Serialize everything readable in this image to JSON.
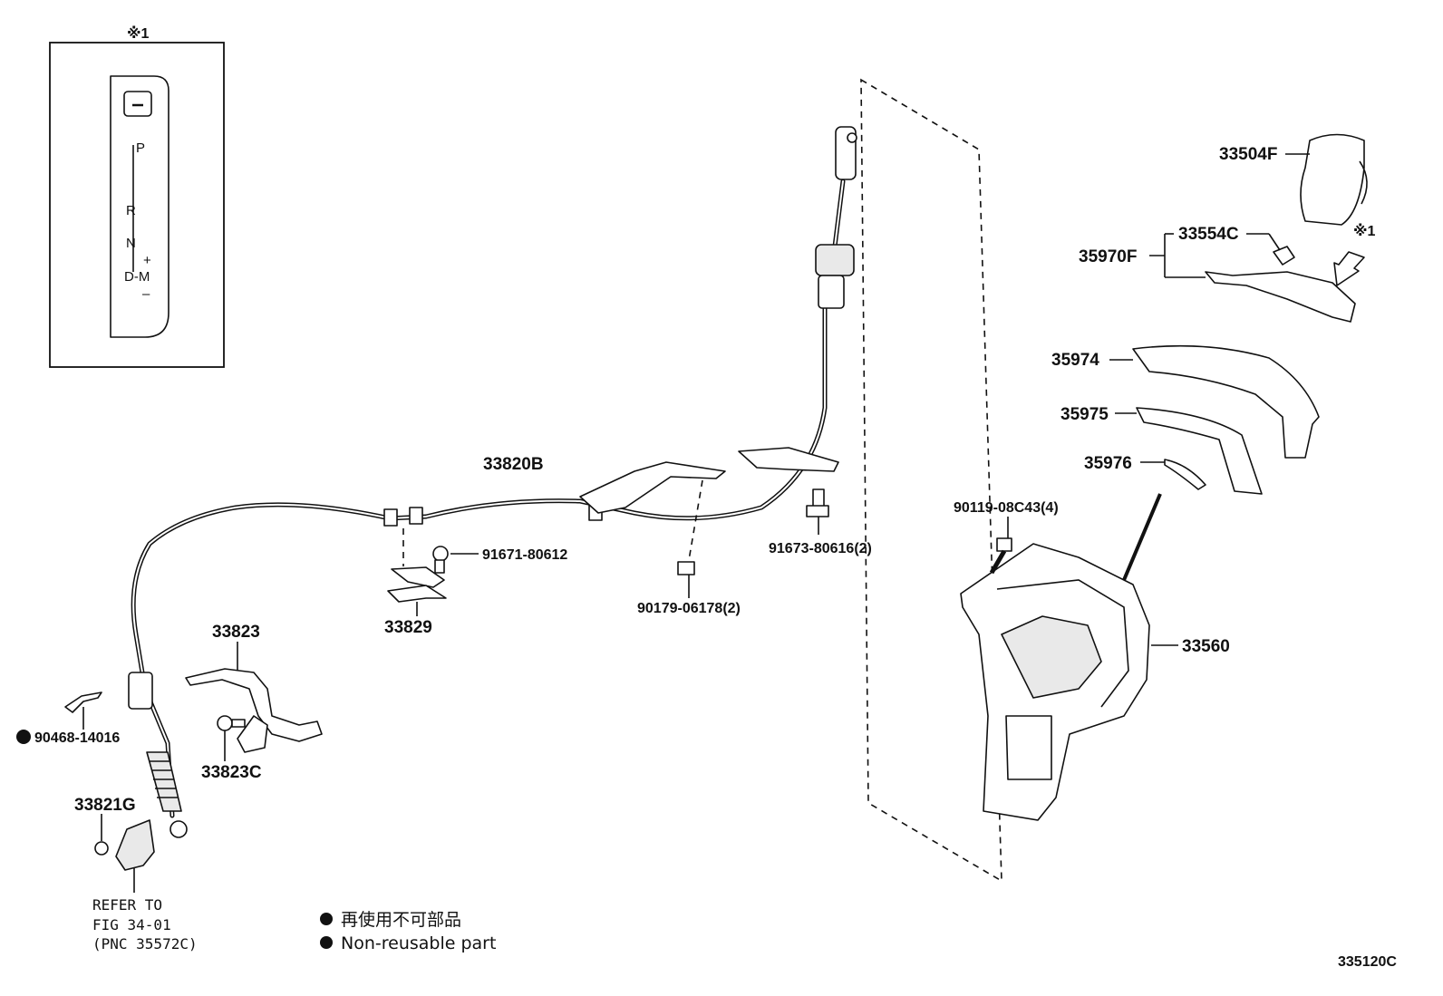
{
  "inset": {
    "marker": "※1",
    "gate_labels": {
      "p": "P",
      "r": "R",
      "n": "N",
      "d_m": "D-M",
      "plus": "+",
      "minus": "–"
    }
  },
  "callouts": {
    "c33504f": "33504F",
    "c33554c": "33554C",
    "c35970f": "35970F",
    "marker_ref": "※1",
    "c35974": "35974",
    "c35975": "35975",
    "c35976": "35976",
    "c90119": "90119-08C43(4)",
    "c33560": "33560",
    "c33820b": "33820B",
    "c91671": "91671-80612",
    "c91673": "91673-80616(2)",
    "c90179": "90179-06178(2)",
    "c33829": "33829",
    "c33823": "33823",
    "c33823c": "33823C",
    "c90468": "90468-14016",
    "c33821g": "33821G"
  },
  "refer_note": {
    "line1": "REFER TO",
    "line2": "FIG 34-01",
    "line3": "(PNC 35572C)"
  },
  "legend": {
    "jp": "再使用不可部品",
    "en": "Non-reusable part"
  },
  "figure_code": "335120C"
}
